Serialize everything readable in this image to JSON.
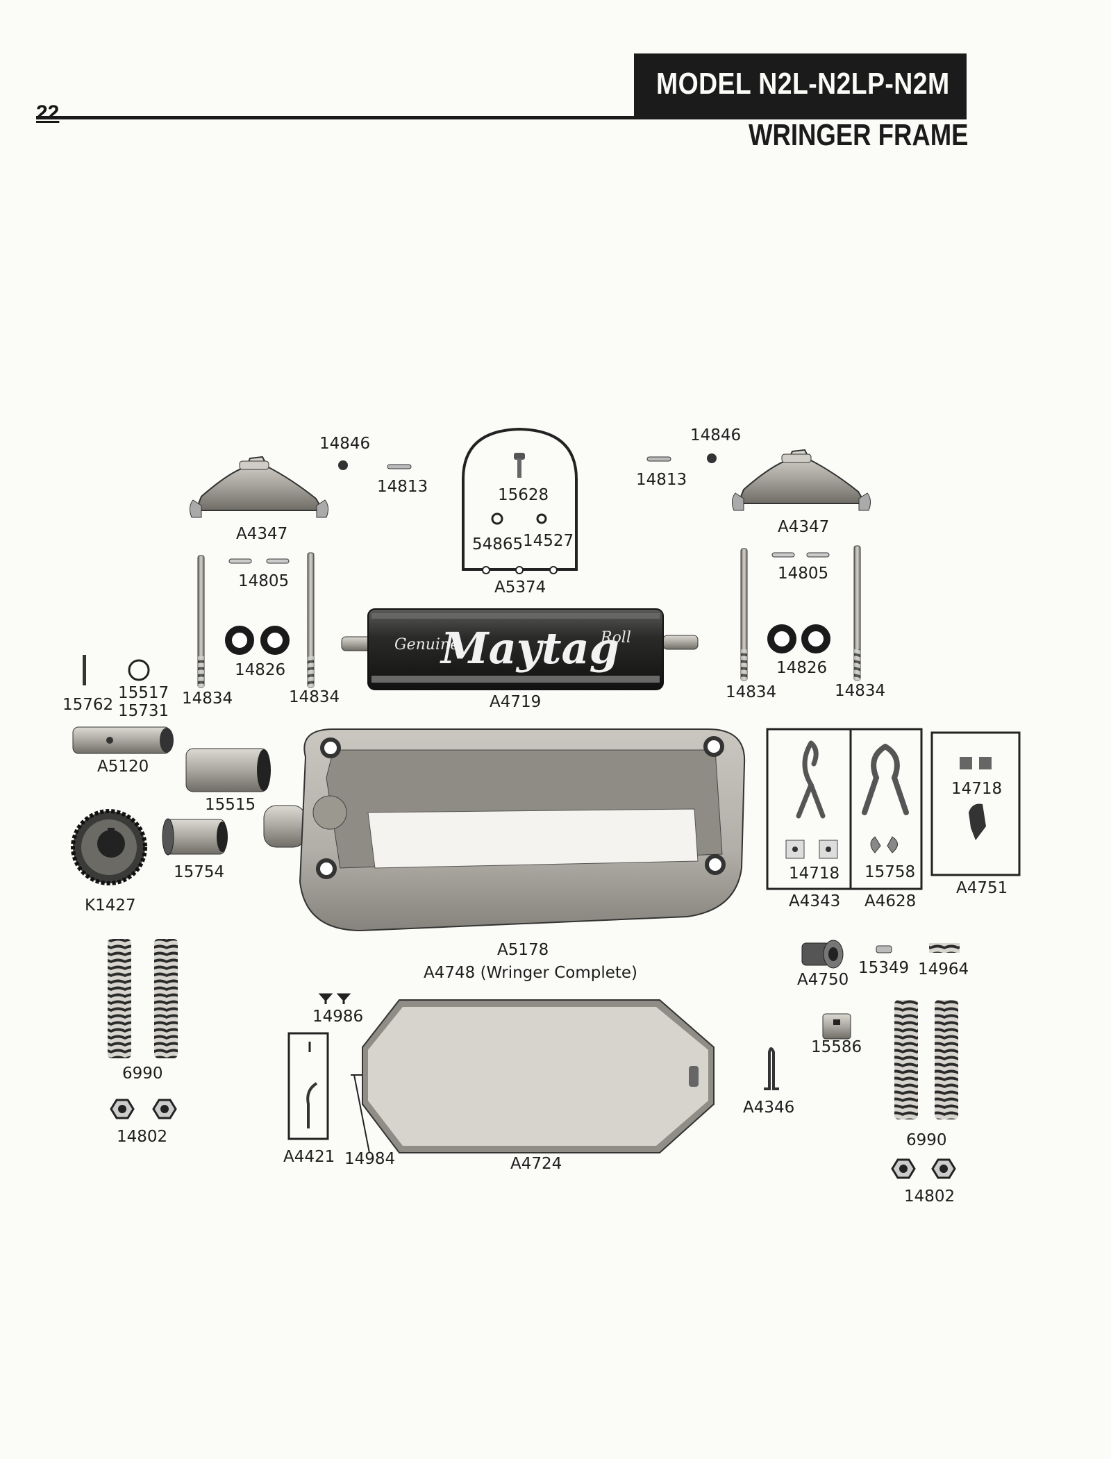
{
  "page": {
    "number": "22",
    "title": "MODEL  N2L-N2LP-N2M",
    "subtitle": "WRINGER  FRAME"
  },
  "roll_branding": {
    "brand": "Maytag",
    "left_script": "Genuine",
    "right_script": "Roll"
  },
  "colors": {
    "ink": "#1b1b1b",
    "paper": "#fbfbf8",
    "metal": "#b8b6ae"
  },
  "parts": {
    "p14846_left": "14846",
    "p14813_left": "14813",
    "p15628": "15628",
    "p54865": "54865",
    "p14527": "14527",
    "pA5374": "A5374",
    "p14813_right": "14813",
    "p14846_right": "14846",
    "pA4347_left": "A4347",
    "pA4347_right": "A4347",
    "p14805_left": "14805",
    "p14805_right": "14805",
    "p14826_left": "14826",
    "p14826_right": "14826",
    "p14834_a": "14834",
    "p14834_b": "14834",
    "p14834_c": "14834",
    "p14834_d": "14834",
    "p15762": "15762",
    "p15517": "15517",
    "p15731": "15731",
    "pA4719": "A4719",
    "pA5120": "A5120",
    "p15515": "15515",
    "p15754": "15754",
    "pK1427": "K1427",
    "p14718_a": "14718",
    "p15758": "15758",
    "pA4343": "A4343",
    "pA4628": "A4628",
    "p14718_b": "14718",
    "pA4751": "A4751",
    "pA5178": "A5178",
    "pA4748": "A4748  (Wringer  Complete)",
    "pA4750": "A4750",
    "p15349": "15349",
    "p14964": "14964",
    "p14986": "14986",
    "p15586": "15586",
    "p6990_left": "6990",
    "p6990_right": "6990",
    "pA4346": "A4346",
    "p14802_left": "14802",
    "p14802_right": "14802",
    "pA4421": "A4421",
    "p14984": "14984",
    "pA4724": "A4724"
  }
}
